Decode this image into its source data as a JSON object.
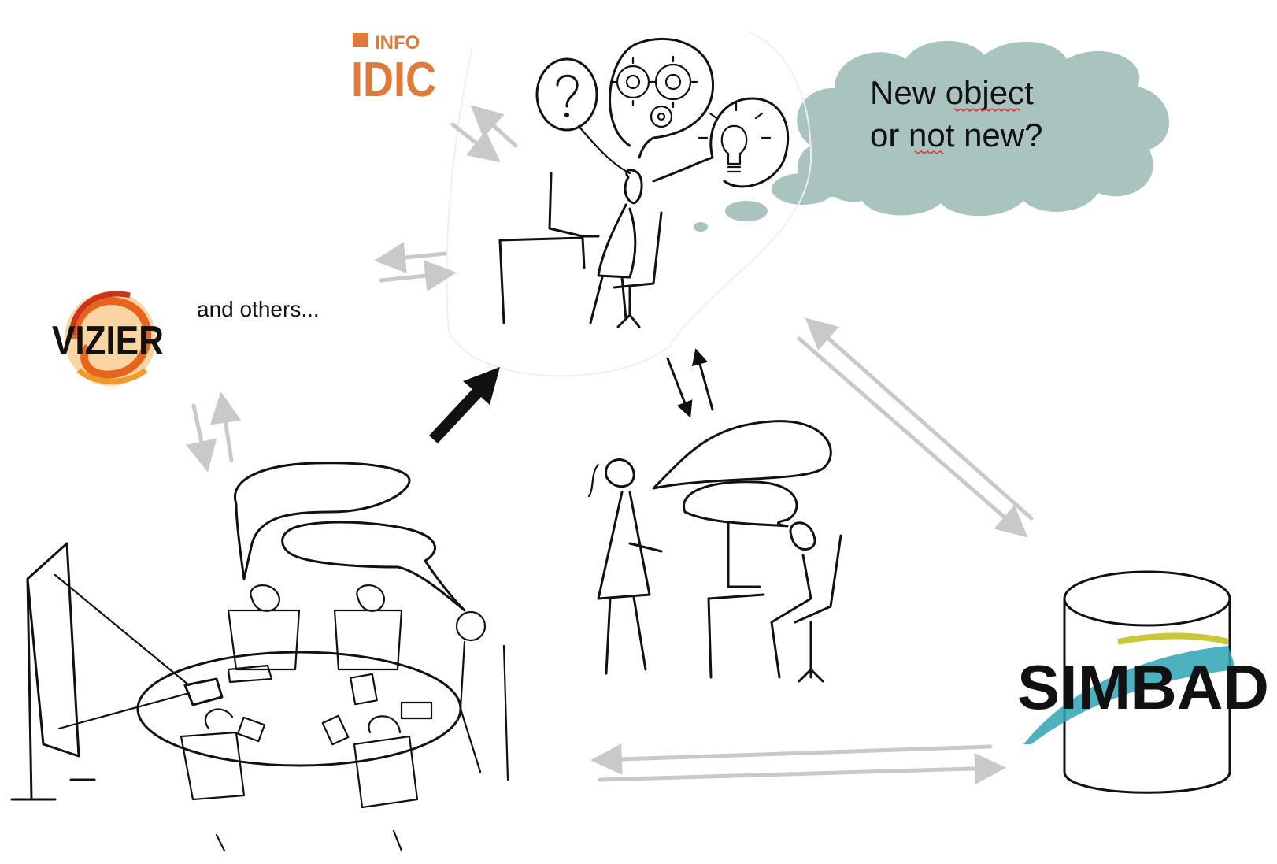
{
  "thought_bubble": {
    "line1": "New object",
    "line2": "or not new?"
  },
  "sources": {
    "others_label": "and others..."
  },
  "logos": {
    "infoidic_top": "INFO",
    "infoidic_main": "IDIC",
    "vizier": "VIZIER",
    "simbad": "SIMBAD"
  },
  "colors": {
    "cloud": "#a9c3bf",
    "infoidic": "#e07a3a",
    "vizier_swirl": "#e8631c",
    "simbad_swoosh": "#2fa3b5",
    "grey_arrow": "#c9c9c9",
    "ink": "#111111"
  }
}
